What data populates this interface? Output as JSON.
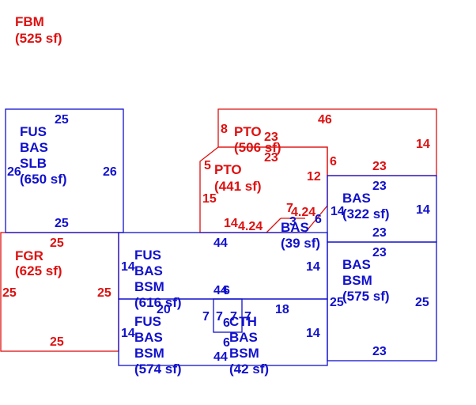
{
  "colors": {
    "red": "#dd1111",
    "blue": "#1111cc"
  },
  "areas": {
    "fbm": {
      "lines": [
        "FBM",
        "(525 sf)"
      ],
      "color": "red"
    },
    "fus_top": {
      "lines": [
        "FUS",
        "BAS",
        "SLB",
        "(650 sf)"
      ],
      "color": "blue"
    },
    "pto_506": {
      "lines": [
        "PTO",
        "(506 sf)"
      ],
      "color": "red"
    },
    "pto_441": {
      "lines": [
        "PTO",
        "(441 sf)"
      ],
      "color": "red"
    },
    "bas_322": {
      "lines": [
        "BAS",
        "(322 sf)"
      ],
      "color": "blue"
    },
    "bas_39": {
      "lines": [
        "BAS",
        "(39 sf)"
      ],
      "color": "blue"
    },
    "fgr": {
      "lines": [
        "FGR",
        "(625 sf)"
      ],
      "color": "red"
    },
    "fus_616": {
      "lines": [
        "FUS",
        "BAS",
        "BSM",
        "(616 sf)"
      ],
      "color": "blue"
    },
    "bas_575": {
      "lines": [
        "BAS",
        "BSM",
        "(575 sf)"
      ],
      "color": "blue"
    },
    "fus_574": {
      "lines": [
        "FUS",
        "BAS",
        "BSM",
        "(574 sf)"
      ],
      "color": "blue"
    },
    "cth_42": {
      "lines": [
        "CTH",
        "BAS",
        "BSM",
        "(42 sf)"
      ],
      "color": "blue"
    }
  },
  "dimensions": [
    {
      "text": "25",
      "color": "blue"
    },
    {
      "text": "26",
      "color": "blue"
    },
    {
      "text": "26",
      "color": "blue"
    },
    {
      "text": "25",
      "color": "blue"
    },
    {
      "text": "46",
      "color": "red"
    },
    {
      "text": "14",
      "color": "red"
    },
    {
      "text": "8",
      "color": "red"
    },
    {
      "text": "23",
      "color": "red"
    },
    {
      "text": "23",
      "color": "red"
    },
    {
      "text": "5",
      "color": "red"
    },
    {
      "text": "6",
      "color": "red"
    },
    {
      "text": "23",
      "color": "red"
    },
    {
      "text": "12",
      "color": "red"
    },
    {
      "text": "15",
      "color": "red"
    },
    {
      "text": "14",
      "color": "red"
    },
    {
      "text": "4.24",
      "color": "red"
    },
    {
      "text": "4.24",
      "color": "red"
    },
    {
      "text": "7",
      "color": "red"
    },
    {
      "text": "23",
      "color": "blue"
    },
    {
      "text": "14",
      "color": "blue"
    },
    {
      "text": "14",
      "color": "blue"
    },
    {
      "text": "23",
      "color": "blue"
    },
    {
      "text": "6",
      "color": "blue"
    },
    {
      "text": "3",
      "color": "blue"
    },
    {
      "text": "44",
      "color": "blue"
    },
    {
      "text": "25",
      "color": "red"
    },
    {
      "text": "25",
      "color": "red"
    },
    {
      "text": "25",
      "color": "red"
    },
    {
      "text": "25",
      "color": "red"
    },
    {
      "text": "14",
      "color": "blue"
    },
    {
      "text": "14",
      "color": "blue"
    },
    {
      "text": "44",
      "color": "blue"
    },
    {
      "text": "6",
      "color": "blue"
    },
    {
      "text": "23",
      "color": "blue"
    },
    {
      "text": "25",
      "color": "blue"
    },
    {
      "text": "25",
      "color": "blue"
    },
    {
      "text": "23",
      "color": "blue"
    },
    {
      "text": "20",
      "color": "blue"
    },
    {
      "text": "7",
      "color": "blue"
    },
    {
      "text": "7",
      "color": "blue"
    },
    {
      "text": "7",
      "color": "blue"
    },
    {
      "text": "7",
      "color": "blue"
    },
    {
      "text": "18",
      "color": "blue"
    },
    {
      "text": "14",
      "color": "blue"
    },
    {
      "text": "14",
      "color": "blue"
    },
    {
      "text": "6",
      "color": "blue"
    },
    {
      "text": "6",
      "color": "blue"
    },
    {
      "text": "44",
      "color": "blue"
    }
  ]
}
